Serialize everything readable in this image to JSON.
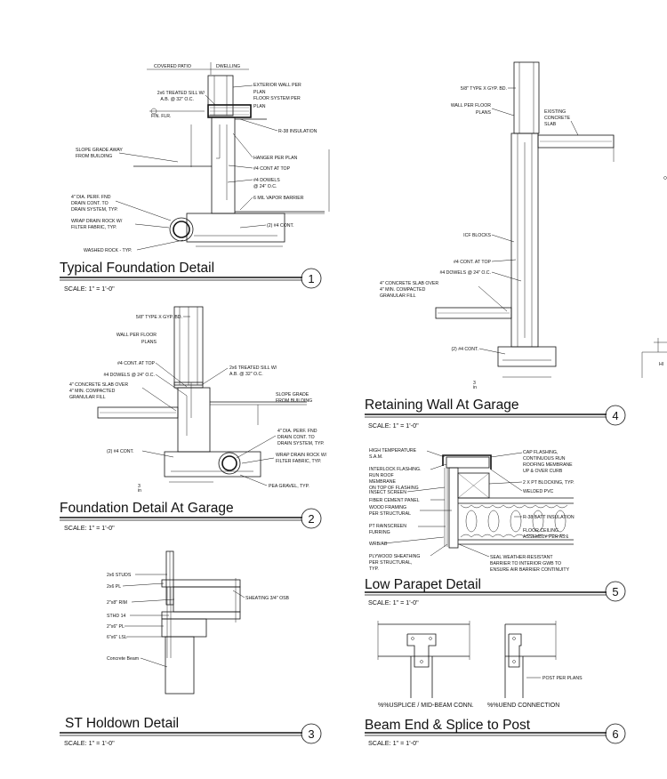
{
  "details": [
    {
      "title": "Typical Foundation Detail",
      "scale": "SCALE:  1\" = 1'-0\"",
      "number": "1",
      "notes": [
        "COVERED PATIO",
        "DWELLING",
        "2x6 TREATED SILL W/",
        "A.B. @ 32\" O.C.",
        "FIN. FLR.",
        "EXTERIOR WALL PER",
        "PLAN",
        "FLOOR SYSTEM PER",
        "PLAN",
        "R-38 INSULATION",
        "SLOPE GRADE AWAY",
        "FROM BUILDING",
        "HANGER PER PLAN",
        "#4 CONT AT TOP",
        "#4 DOWELS",
        "@ 24\" O.C.",
        "6 MIL VAPOR BARRIER",
        "4\" DIA. PERF. FND",
        "DRAIN CONT. TO",
        "DRAIN SYSTEM, TYP.",
        "WRAP DRAIN ROCK W/",
        "FILTER FABRIC, TYP.",
        "(2) #4 CONT.",
        "WASHED ROCK - TYP."
      ]
    },
    {
      "title": "Foundation Detail At Garage",
      "scale": "SCALE:  1\" = 1'-0\"",
      "number": "2",
      "notes": [
        "5/8\" TYPE X GYP. BD.",
        "WALL PER FLOOR",
        "PLANS",
        "#4 CONT. AT TOP",
        "#4 DOWELS @ 24\" O.C.",
        "4\" CONCRETE SLAB OVER",
        "4\" MIN. COMPACTED",
        "GRANULAR FILL",
        "2x6 TREATED SILL W/",
        "A.B. @ 32\" O.C.",
        "SLOPE GRADE",
        "FROM BUILDING",
        "4\" DIA. PERF. FND",
        "DRAIN CONT. TO",
        "DRAIN SYSTEM, TYP.",
        "(2) #4 CONT.",
        "WRAP DRAIN ROCK W/",
        "FILTER FABRIC, TYP.",
        "PEA GRAVEL, TYP."
      ]
    },
    {
      "title": "ST Holdown Detail",
      "scale": "SCALE:  1\" = 1'-0\"",
      "number": "3",
      "notes": [
        "2x6 STUDS",
        "2x6 PL",
        "2\"x8\" RIM",
        "STHD 14",
        "2\"x6\" PL",
        "6\"x6\" LSL",
        "Concrete Beam",
        "SHEATING 3/4\" OSB"
      ]
    },
    {
      "title": "Retaining Wall At Garage",
      "scale": "SCALE:  1\" = 1'-0\"",
      "number": "4",
      "notes": [
        "5/8\" TYPE X GYP. BD.",
        "WALL PER FLOOR",
        "PLANS",
        "EXISTING",
        "CONCRETE",
        "SLAB",
        "ICF BLOCKS",
        "#4 CONT. AT TOP",
        "#4 DOWELS @ 24\" O.C.",
        "4\" CONCRETE SLAB OVER",
        "4\" MIN. COMPACTED",
        "GRANULAR FILL",
        "(2) #4 CONT."
      ]
    },
    {
      "title": "Low Parapet Detail",
      "scale": "SCALE:  1\" = 1'-0\"",
      "number": "5",
      "notes": [
        "HIGH TEMPERATURE",
        "S.A.M.",
        "INTERLOCK FLASHING.",
        "RUN ROOF",
        "MEMBRANE",
        "ON TOP OF FLASHING",
        "INSECT SCREEN",
        "FIBER CEMENT PANEL",
        "WOOD FRAMING",
        "PER STRUCTURAL",
        "PT RAINSCREEN",
        "FURRING",
        "WRB/AB",
        "PLYWOOD SHEATHING",
        "PER STRUCTURAL,",
        "TYP.",
        "CAP FLASHING,",
        "CONTINUOUS RUN",
        "ROOFING MEMBRANE",
        "UP & OVER CURB",
        "2 X PT BLOCKING, TYP.",
        "WELDED PVC",
        "R-38 BATT INSULATION",
        "FLOOR CEILING",
        "ASSEMBLY PER A5.1",
        "SEAL WEATHER-RESISTANT",
        "BARRIER TO INTERIOR GWB TO",
        "ENSURE AIR BARRIER CONTINUITY"
      ]
    },
    {
      "title": "Beam End & Splice to Post",
      "scale": "SCALE:  1\" = 1'-0\"",
      "number": "6",
      "notes": [
        "POST PER PLANS",
        "%%USPLICE / MID-BEAM CONN.",
        "%%UEND CONNECTION"
      ]
    }
  ],
  "edge_labels": [
    "HI"
  ]
}
